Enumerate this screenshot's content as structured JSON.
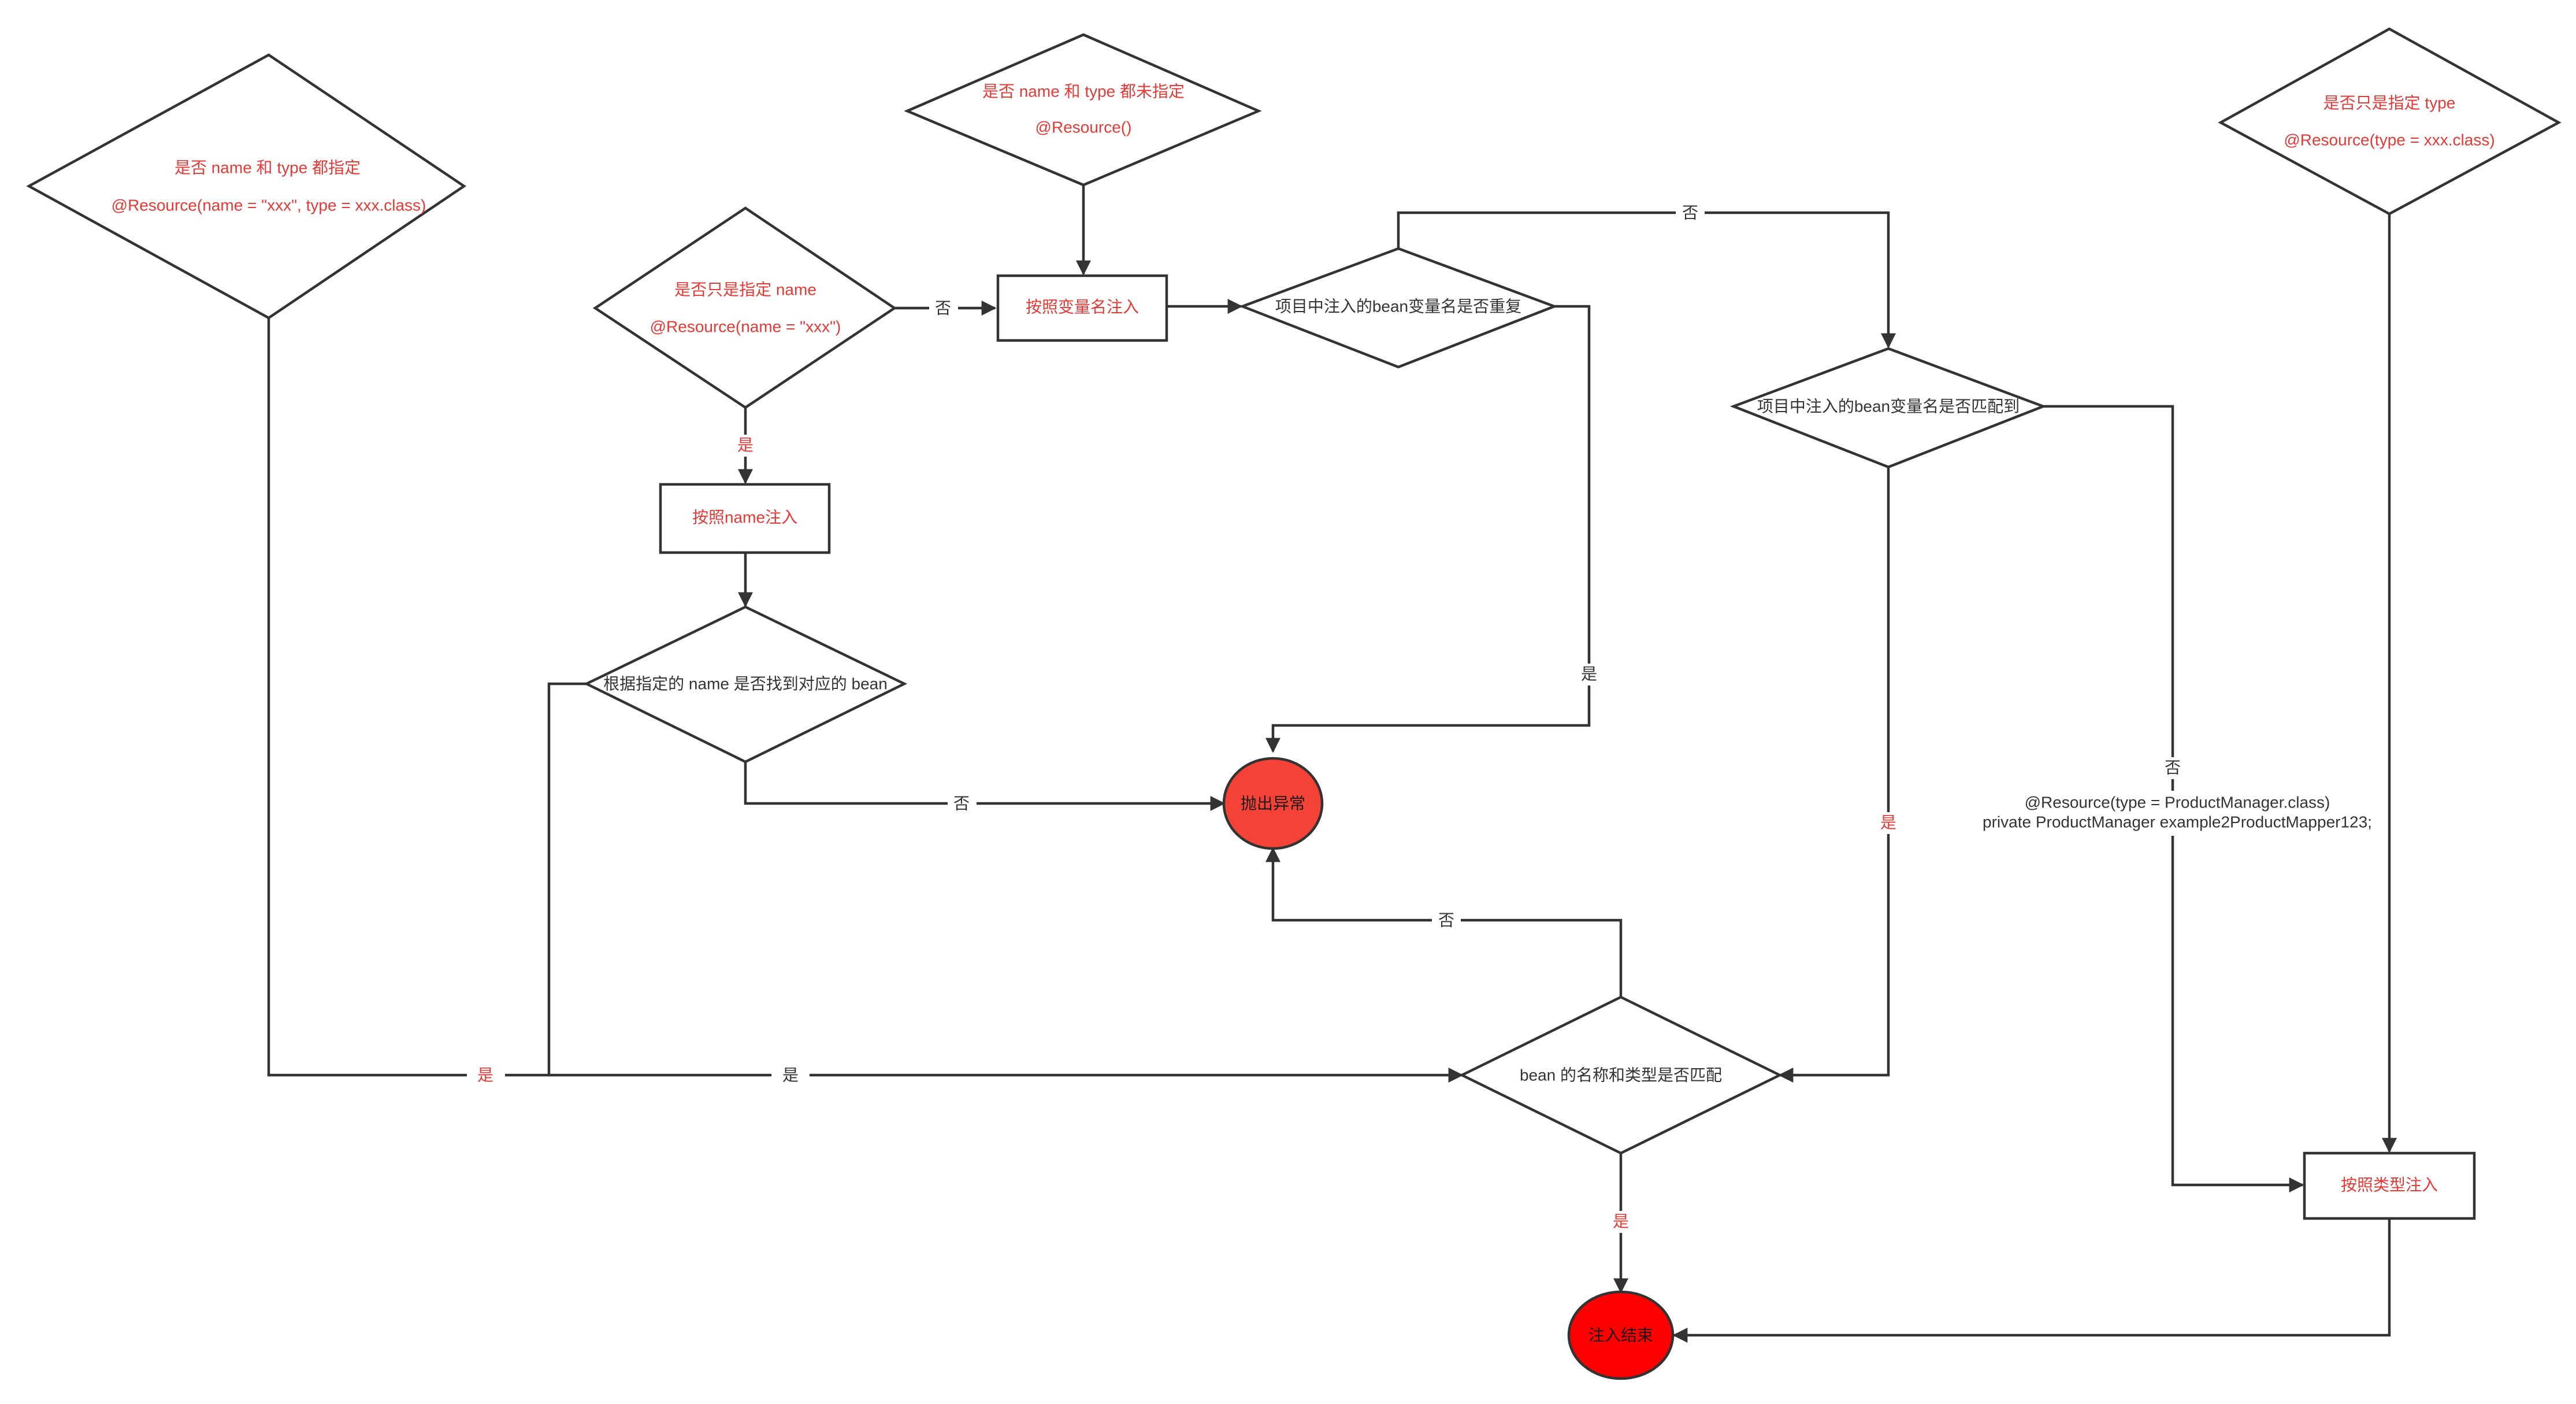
{
  "colors": {
    "stroke": "#333333",
    "text_red": "#e53935",
    "exception_fill": "#f44336",
    "end_fill": "#ff0000"
  },
  "nodes": {
    "d_both": {
      "line1": "是否 name 和 type 都指定",
      "line2": "@Resource(name = \"xxx\", type = xxx.class)"
    },
    "d_neither": {
      "line1": "是否 name 和 type 都未指定",
      "line2": "@Resource()"
    },
    "d_name_only": {
      "line1": "是否只是指定 name",
      "line2": "@Resource(name = \"xxx\")"
    },
    "d_type_only": {
      "line1": "是否只是指定 type",
      "line2": "@Resource(type = xxx.class)"
    },
    "b_by_varname": {
      "label": "按照变量名注入"
    },
    "b_by_name": {
      "label": "按照name注入"
    },
    "b_by_type": {
      "label": "按照类型注入"
    },
    "d_dup": {
      "label": "项目中注入的bean变量名是否重复"
    },
    "d_match_var": {
      "label": "项目中注入的bean变量名是否匹配到"
    },
    "d_found": {
      "label": "根据指定的 name 是否找到对应的 bean"
    },
    "d_name_type": {
      "label": "bean 的名称和类型是否匹配"
    },
    "e_exception": {
      "label": "抛出异常"
    },
    "e_end": {
      "label": "注入结束"
    }
  },
  "edges": {
    "yes": "是",
    "no": "否"
  },
  "annotation": {
    "line1": "@Resource(type = ProductManager.class)",
    "line2": "private ProductManager example2ProductMapper123;"
  }
}
